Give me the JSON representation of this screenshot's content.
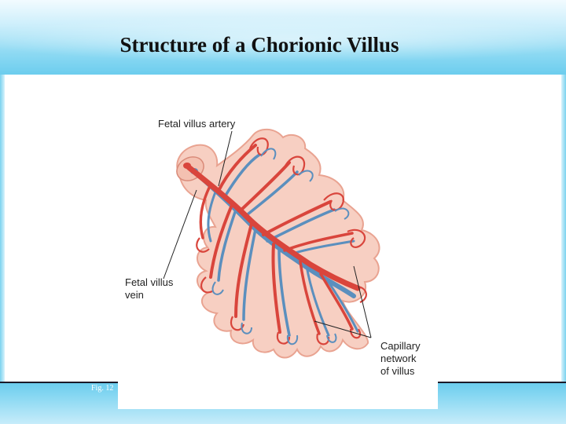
{
  "slide": {
    "title": "Structure of a Chorionic Villus",
    "caption": "Fig. 12"
  },
  "diagram": {
    "labels": {
      "artery": "Fetal villus artery",
      "vein_line1": "Fetal villus",
      "vein_line2": "vein",
      "capillary_line1": "Capillary",
      "capillary_line2": "network",
      "capillary_line3": "of villus"
    },
    "colors": {
      "villus_fill": "#f7cfc2",
      "villus_outline": "#e9a391",
      "artery": "#d9453c",
      "vein": "#5b8fbe",
      "background_accent": "#6ccdee"
    }
  }
}
